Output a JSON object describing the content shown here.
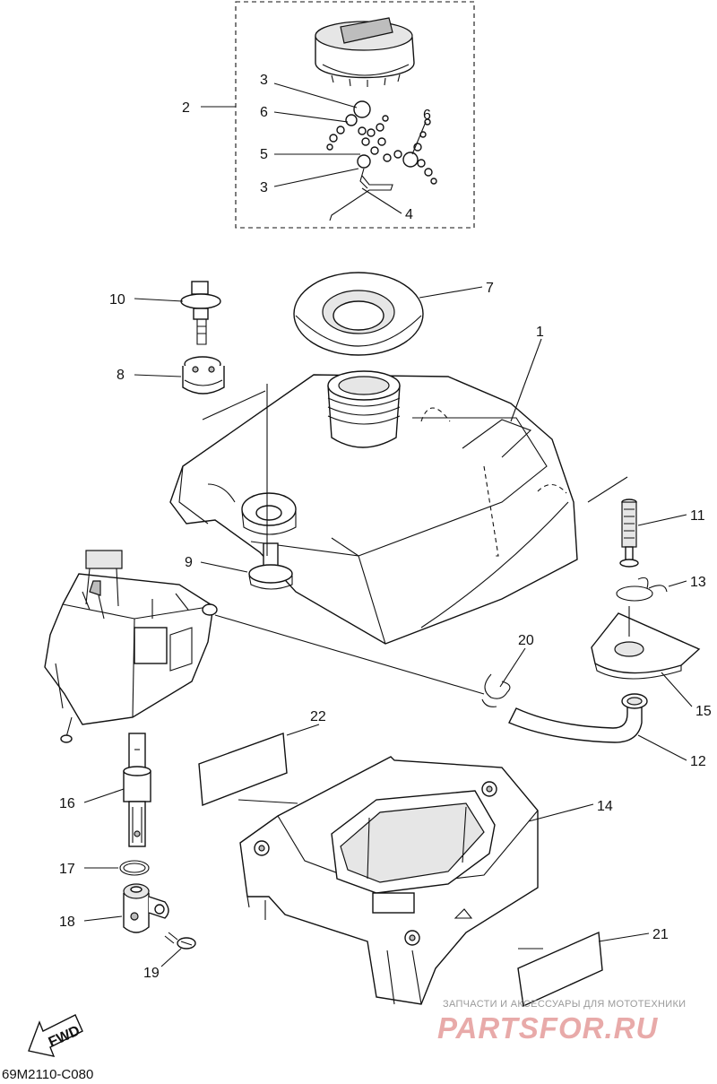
{
  "diagram": {
    "callouts": {
      "c1": "1",
      "c2": "2",
      "c3a": "3",
      "c3b": "3",
      "c4": "4",
      "c5": "5",
      "c6a": "6",
      "c6b": "6",
      "c7": "7",
      "c8": "8",
      "c9": "9",
      "c10": "10",
      "c11": "11",
      "c12": "12",
      "c13": "13",
      "c14": "14",
      "c15": "15",
      "c16": "16",
      "c17": "17",
      "c18": "18",
      "c19": "19",
      "c20": "20",
      "c21": "21",
      "c22": "22"
    },
    "fwd_label": "FWD",
    "diagram_code": "69M2110-C080"
  },
  "watermark": {
    "tagline": "ЗАПЧАСТИ И АКСЕССУАРЫ ДЛЯ МОТОТЕХНИКИ",
    "brand": "PARTSFOR.RU"
  }
}
